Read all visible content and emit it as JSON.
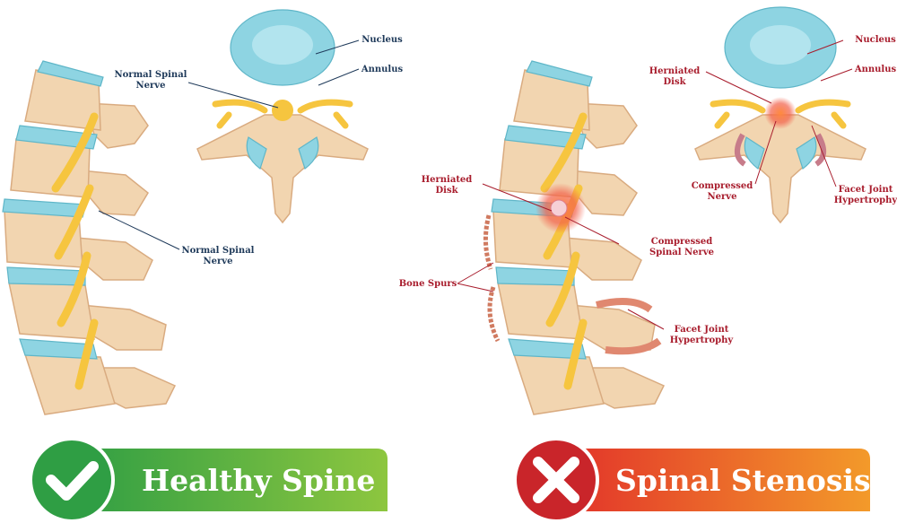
{
  "healthy": {
    "labels": {
      "nucleus": "Nucleus",
      "annulus": "Annulus",
      "nerve_top": [
        "Normal Spinal",
        "Nerve"
      ],
      "nerve_side": [
        "Normal Spinal",
        "Nerve"
      ]
    },
    "banner": "Healthy Spine",
    "banner_icon": "check-icon"
  },
  "stenosis": {
    "labels": {
      "nucleus": "Nucleus",
      "annulus": "Annulus",
      "herniated_top": [
        "Herniated",
        "Disk"
      ],
      "compressed_nerve": [
        "Compressed",
        "Nerve"
      ],
      "facet_top": [
        "Facet Joint",
        "Hypertrophy"
      ],
      "herniated_side": [
        "Herniated",
        "Disk"
      ],
      "compressed_spinal": [
        "Compressed",
        "Spinal Nerve"
      ],
      "bone_spurs": "Bone Spurs",
      "facet_side": [
        "Facet Joint",
        "Hypertrophy"
      ]
    },
    "banner": "Spinal Stenosis",
    "banner_icon": "x-icon"
  },
  "colors": {
    "healthy_label": "#1f3a5a",
    "stenosis_label": "#a81c2c",
    "green_start": "#2f9e44",
    "green_end": "#8dc63f",
    "red_start": "#e2312a",
    "red_end": "#f39a2a"
  }
}
